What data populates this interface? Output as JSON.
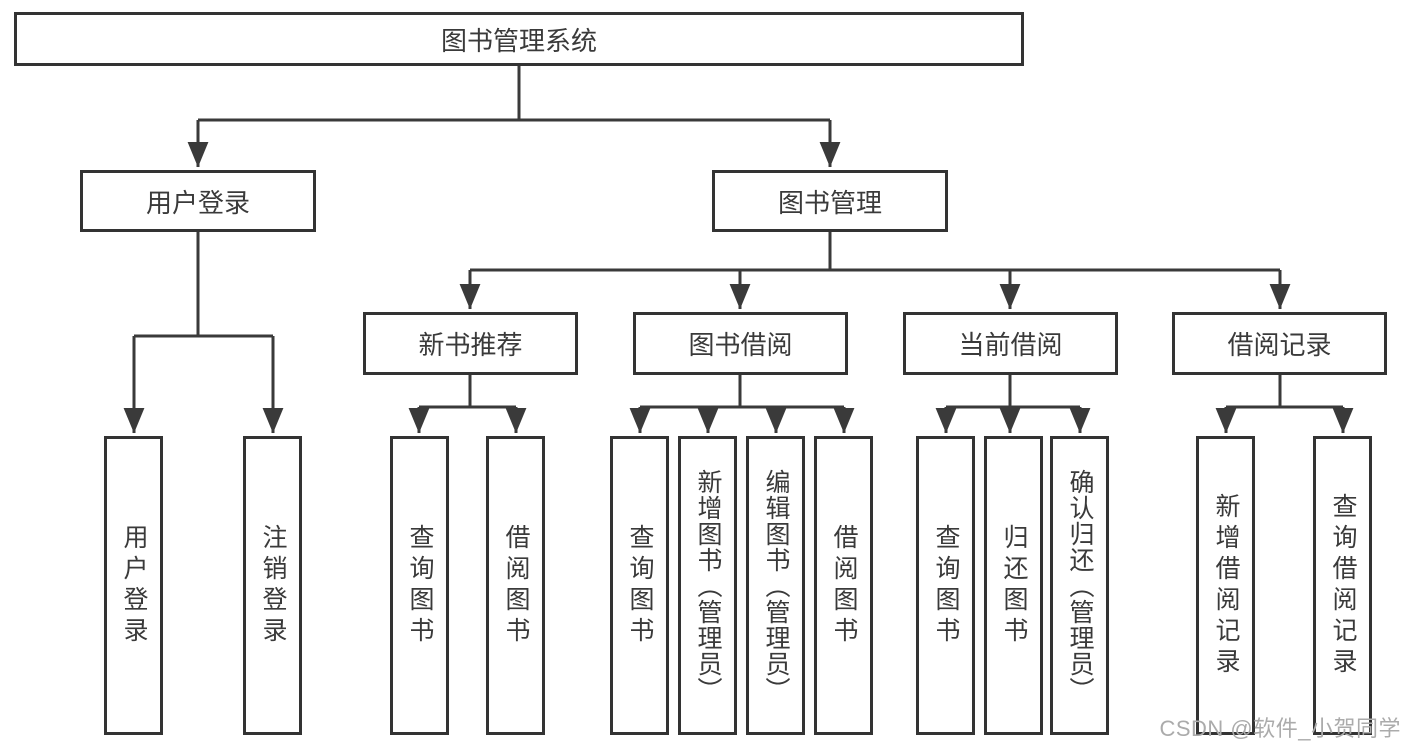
{
  "tree": {
    "root": {
      "label": "图书管理系统",
      "children": [
        {
          "label": "用户登录",
          "children": [
            {
              "label": "用户登录"
            },
            {
              "label": "注销登录"
            }
          ]
        },
        {
          "label": "图书管理",
          "children": [
            {
              "label": "新书推荐",
              "children": [
                {
                  "label": "查询图书"
                },
                {
                  "label": "借阅图书"
                }
              ]
            },
            {
              "label": "图书借阅",
              "children": [
                {
                  "label": "查询图书"
                },
                {
                  "label": "新增图书（管理员）"
                },
                {
                  "label": "编辑图书（管理员）"
                },
                {
                  "label": "借阅图书"
                }
              ]
            },
            {
              "label": "当前借阅",
              "children": [
                {
                  "label": "查询图书"
                },
                {
                  "label": "归还图书"
                },
                {
                  "label": "确认归还（管理员）"
                }
              ]
            },
            {
              "label": "借阅记录",
              "children": [
                {
                  "label": "新增借阅记录"
                },
                {
                  "label": "查询借阅记录"
                }
              ]
            }
          ]
        }
      ]
    }
  },
  "watermark": {
    "text": "CSDN @软件_小贺同学"
  },
  "colors": {
    "background": "#ffffff",
    "box_border": "#333333",
    "box_fill": "#ffffff",
    "line": "#3a3a3a",
    "text": "#3a3a3a",
    "watermark": "#ababab"
  }
}
